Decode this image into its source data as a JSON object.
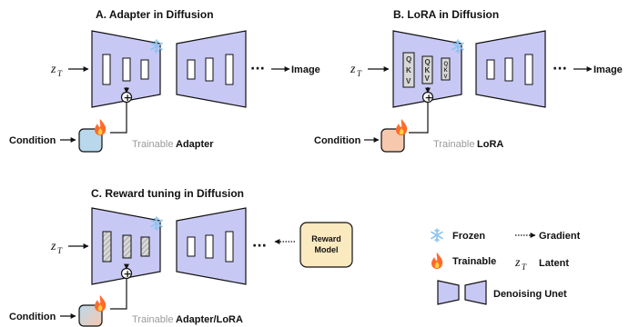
{
  "panel_a": {
    "title": "A. Adapter in Diffusion",
    "latent_label": "z",
    "latent_sub": "T",
    "output_label": "Image",
    "condition_label": "Condition",
    "trainable_prefix": "Trainable",
    "trainable_name": "Adapter"
  },
  "panel_b": {
    "title": "B. LoRA in Diffusion",
    "latent_label": "z",
    "latent_sub": "T",
    "output_label": "Image",
    "condition_label": "Condition",
    "trainable_prefix": "Trainable",
    "trainable_name": "LoRA",
    "qkv_letters": [
      "Q",
      "K",
      "V"
    ]
  },
  "panel_c": {
    "title": "C. Reward tuning in Diffusion",
    "latent_label": "z",
    "latent_sub": "T",
    "condition_label": "Condition",
    "trainable_prefix": "Trainable",
    "trainable_name": "Adapter/LoRA",
    "reward_model_line1": "Reward",
    "reward_model_line2": "Model"
  },
  "legend": {
    "frozen": "Frozen",
    "gradient": "Gradient",
    "trainable": "Trainable",
    "latent_symbol": "z",
    "latent_sub": "T",
    "latent": "Latent",
    "denoising_unet": "Denoising Unet"
  },
  "colors": {
    "unet_fill": "#c8c8f4",
    "adapter_fill": "#b9d8ec",
    "lora_fill": "#f6c9ae",
    "mixed_fill_left": "#b9d8ec",
    "mixed_fill_right": "#f6c9ae",
    "reward_fill": "#fbe9bf",
    "frozen_icon": "#8fc4ee",
    "fire_icon": "#ff6a2b"
  },
  "icons": {
    "frozen": "snowflake-icon",
    "trainable": "fire-icon",
    "add": "plus-circle-icon"
  }
}
